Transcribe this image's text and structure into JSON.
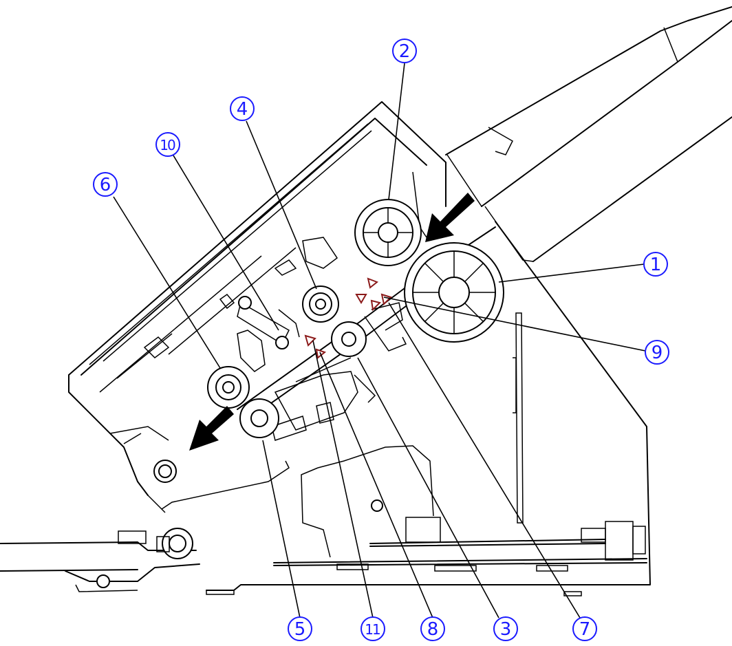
{
  "callouts": [
    {
      "id": "1",
      "label": "1"
    },
    {
      "id": "2",
      "label": "2"
    },
    {
      "id": "3",
      "label": "3"
    },
    {
      "id": "4",
      "label": "4"
    },
    {
      "id": "5",
      "label": "5"
    },
    {
      "id": "6",
      "label": "6"
    },
    {
      "id": "7",
      "label": "7"
    },
    {
      "id": "8",
      "label": "8"
    },
    {
      "id": "9",
      "label": "9"
    },
    {
      "id": "10",
      "label": "10"
    },
    {
      "id": "11",
      "label": "11"
    }
  ],
  "colors": {
    "callout": "#1a1aff",
    "sensor": "#8b1a1a",
    "outline": "#000000"
  }
}
